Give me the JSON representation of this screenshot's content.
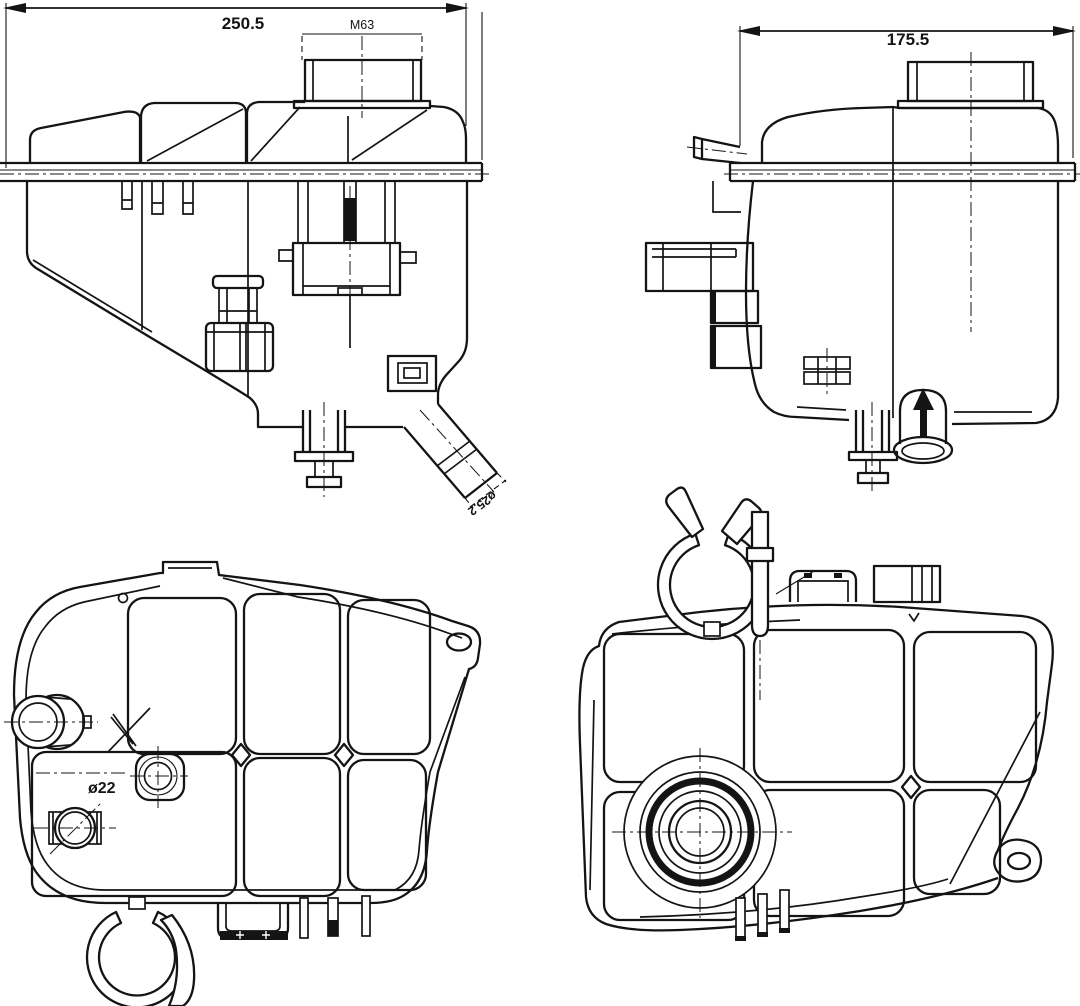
{
  "drawing": {
    "background_color": "#ffffff",
    "line_color": "#141414",
    "views": {
      "front_elevation": {
        "overall_width_dim": "250.5",
        "filler_neck_thread": "M63",
        "hose_outlet_diameter": "ø25.2"
      },
      "side_elevation": {
        "overall_depth_dim": "175.5"
      },
      "top_plan": {
        "port_diameter": "ø22"
      },
      "bottom_plan": {}
    }
  }
}
